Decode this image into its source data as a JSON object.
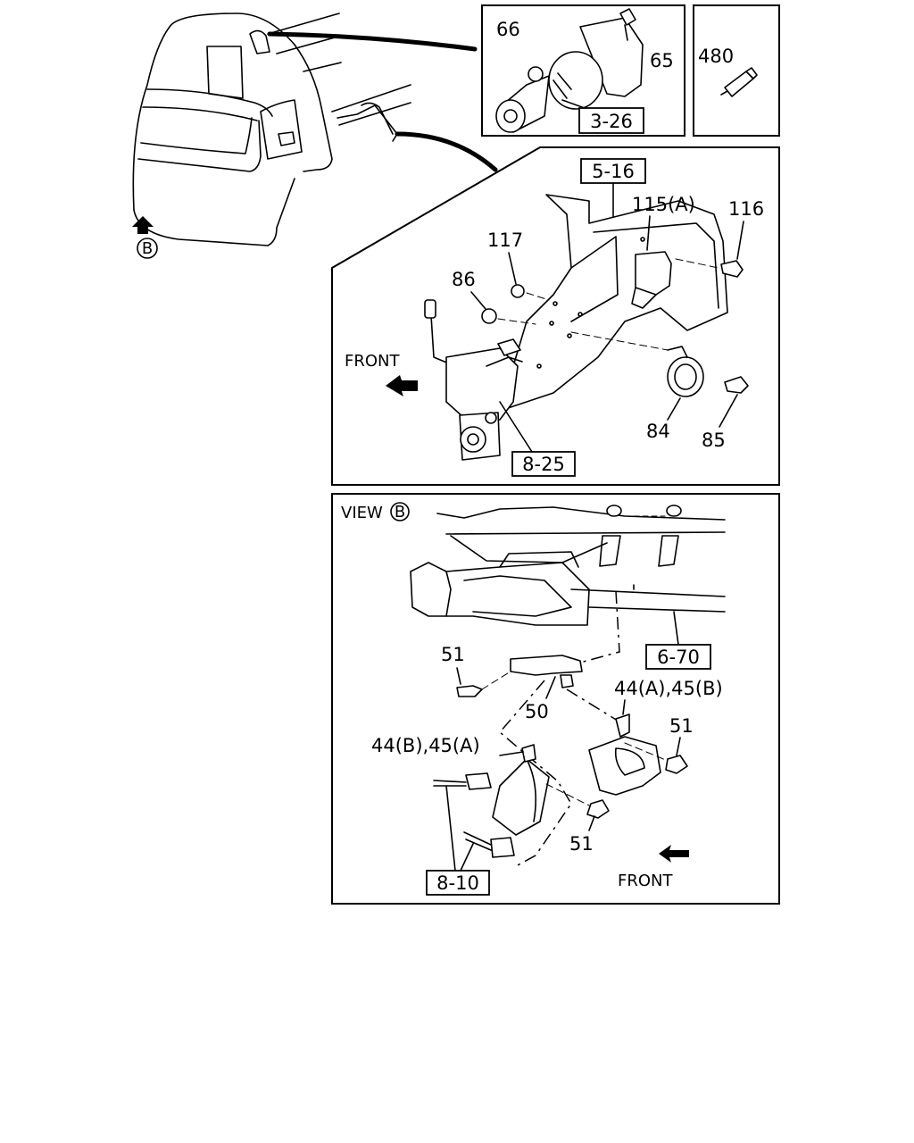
{
  "labels": {
    "p66": "66",
    "p65": "65",
    "p480": "480",
    "ref326": "3-26",
    "ref516": "5-16",
    "p115a": "115(A)",
    "p116": "116",
    "p117": "117",
    "p86": "86",
    "front_top": "FRONT",
    "p84": "84",
    "p85": "85",
    "ref825": "8-25",
    "view_b": "VIEW",
    "b_mark": "B",
    "b_mark_cab": "B",
    "ref670": "6-70",
    "p51_a": "51",
    "p50": "50",
    "p44a45b": "44(A),45(B)",
    "p51_b": "51",
    "p44b45a": "44(B),45(A)",
    "p51_c": "51",
    "front_bottom": "FRONT",
    "ref810": "8-10"
  }
}
